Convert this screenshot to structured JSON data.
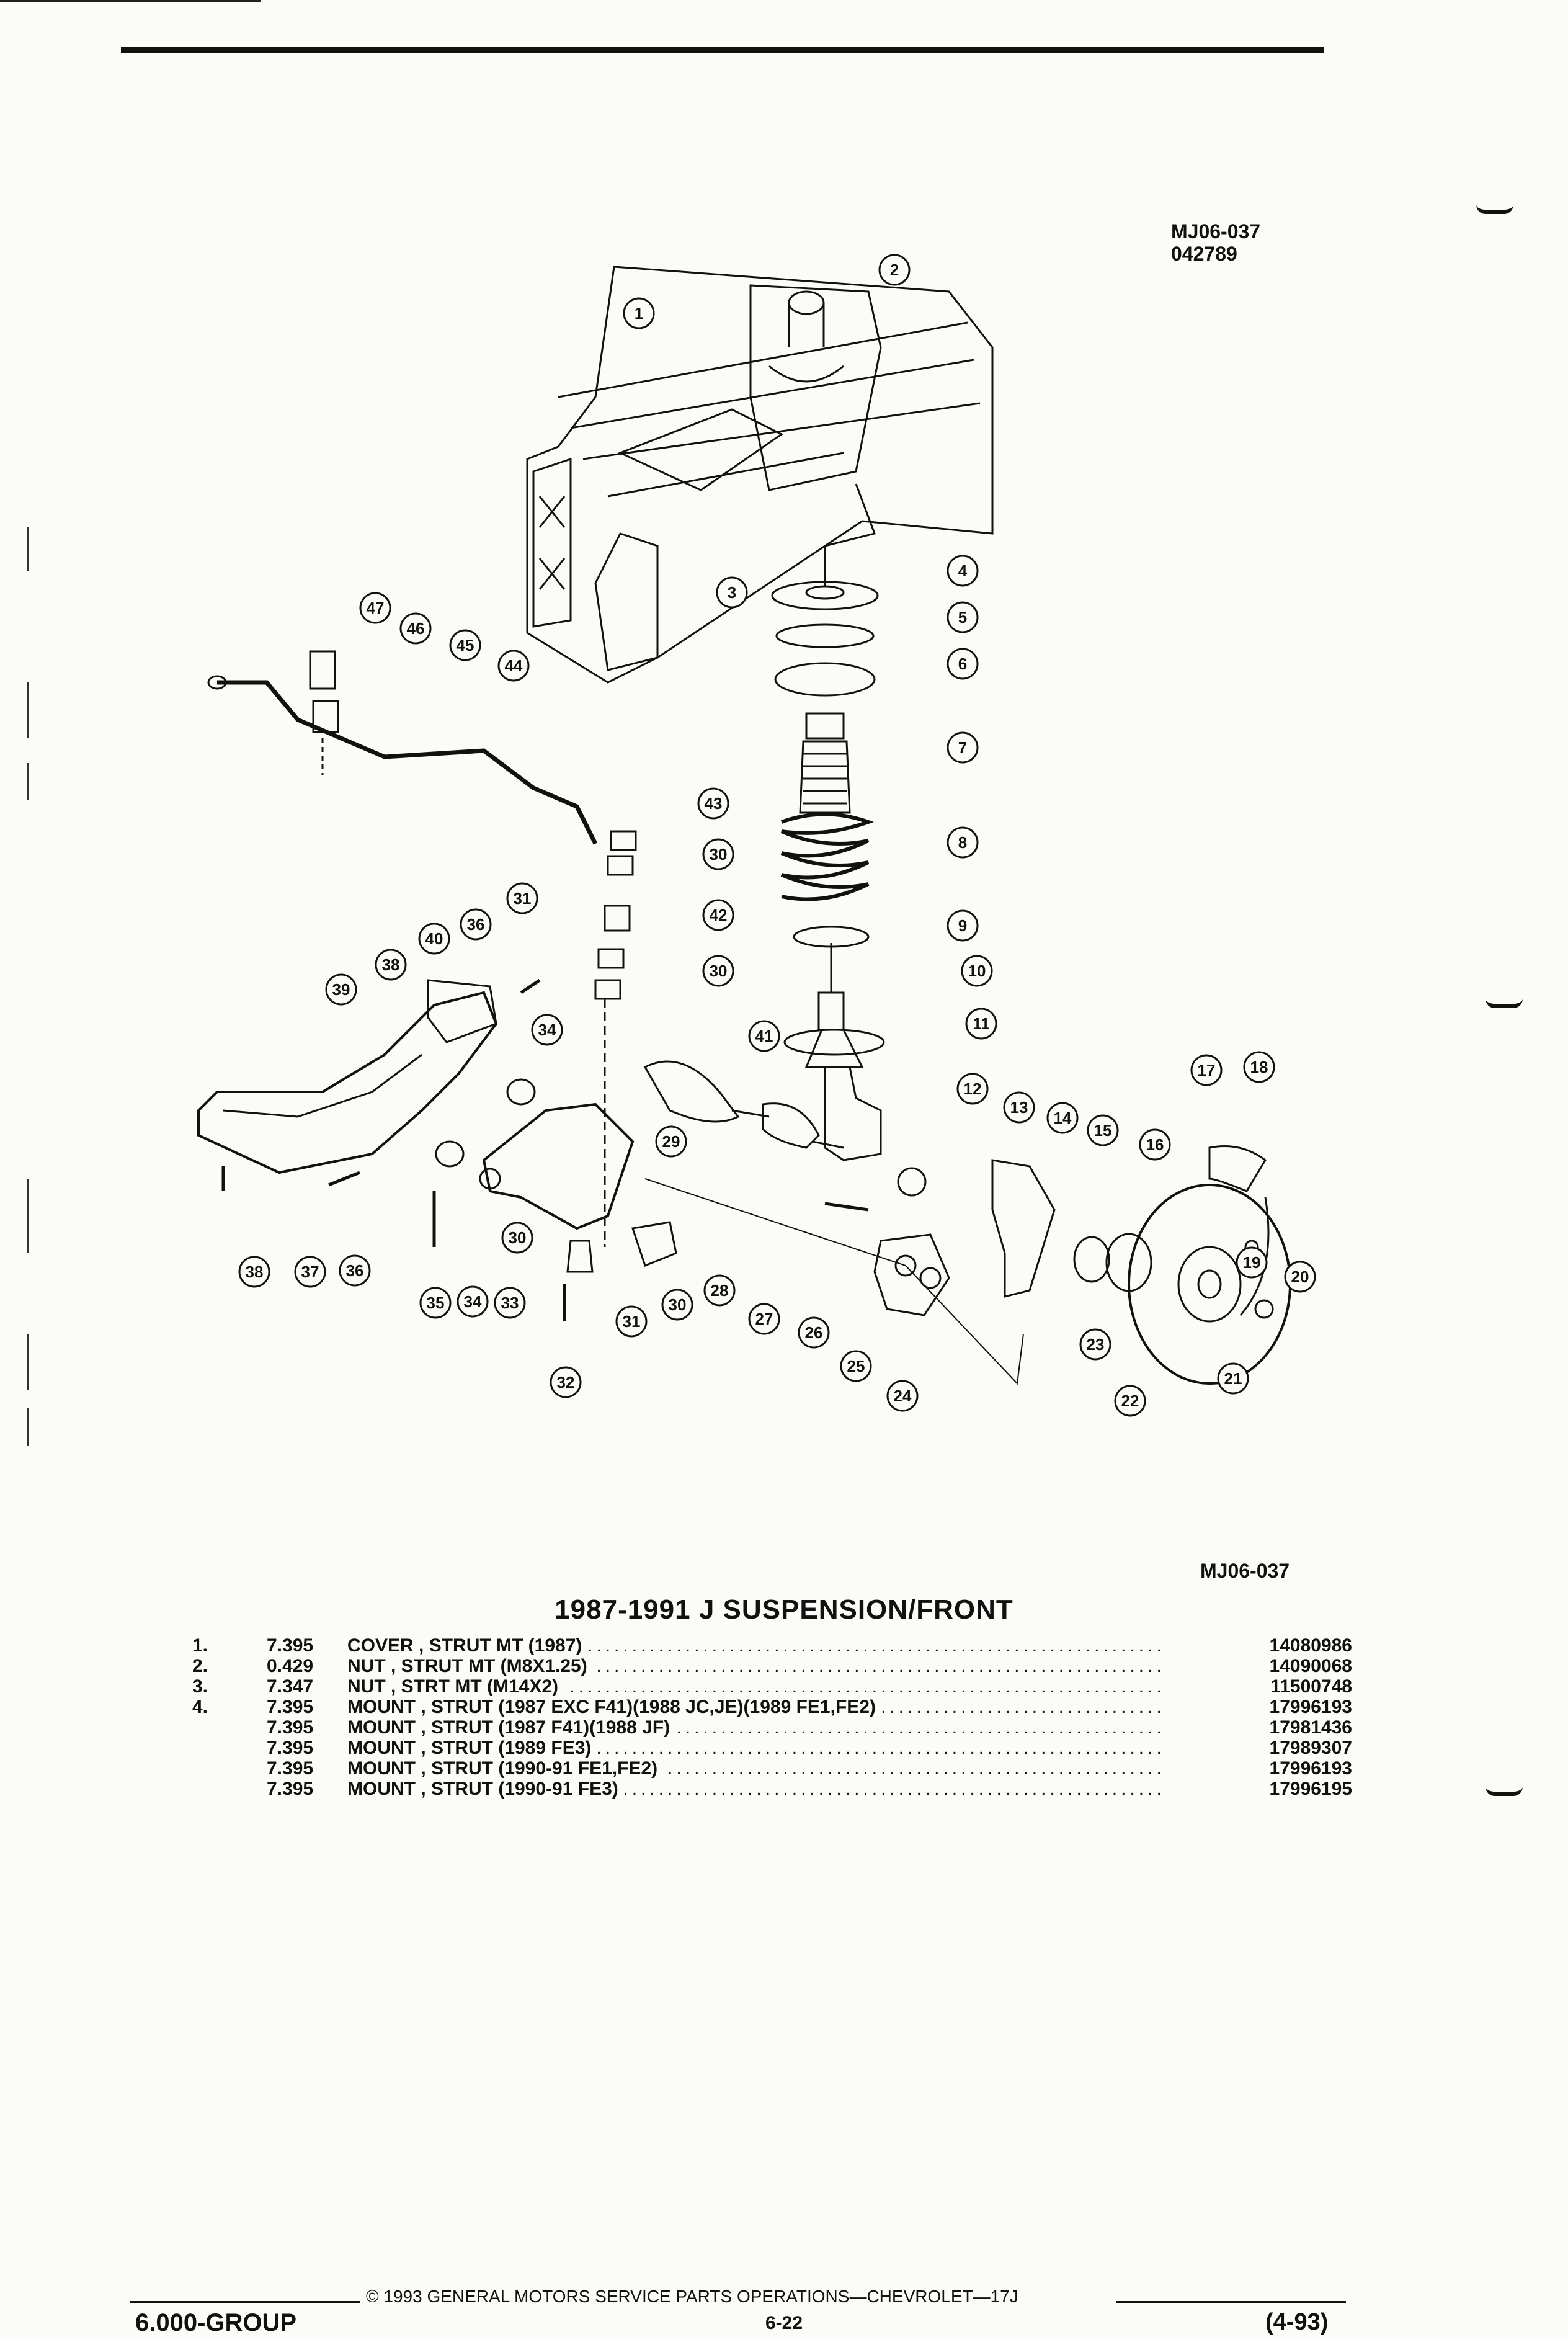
{
  "header": {
    "figure_code": "MJ06-037",
    "figure_date": "042789"
  },
  "diagram": {
    "callouts": [
      "1",
      "2",
      "3",
      "4",
      "5",
      "6",
      "7",
      "8",
      "9",
      "10",
      "11",
      "12",
      "13",
      "14",
      "15",
      "16",
      "17",
      "18",
      "19",
      "20",
      "21",
      "22",
      "23",
      "24",
      "25",
      "26",
      "27",
      "28",
      "29",
      "30",
      "30",
      "30",
      "30",
      "31",
      "31",
      "32",
      "33",
      "34",
      "34",
      "35",
      "36",
      "36",
      "37",
      "38",
      "38",
      "39",
      "40",
      "41",
      "42",
      "43",
      "44",
      "45",
      "46",
      "47"
    ],
    "footer_code": "MJ06-037"
  },
  "document": {
    "title": "1987-1991 J SUSPENSION/FRONT",
    "parts": [
      {
        "index": "1.",
        "qty": "7.395",
        "name": "COVER",
        "desc": "STRUT MT (1987)",
        "part_number": "14080986"
      },
      {
        "index": "2.",
        "qty": "0.429",
        "name": "NUT",
        "desc": "STRUT MT (M8X1.25)",
        "part_number": "14090068"
      },
      {
        "index": "3.",
        "qty": "7.347",
        "name": "NUT",
        "desc": "STRT MT (M14X2)",
        "part_number": "11500748"
      },
      {
        "index": "4.",
        "qty": "7.395",
        "name": "MOUNT",
        "desc": "STRUT (1987 EXC F41)(1988 JC,JE)(1989 FE1,FE2)",
        "part_number": "17996193"
      },
      {
        "index": "",
        "qty": "7.395",
        "name": "MOUNT",
        "desc": "STRUT (1987 F41)(1988 JF)",
        "part_number": "17981436"
      },
      {
        "index": "",
        "qty": "7.395",
        "name": "MOUNT",
        "desc": "STRUT (1989 FE3)",
        "part_number": "17989307"
      },
      {
        "index": "",
        "qty": "7.395",
        "name": "MOUNT",
        "desc": "STRUT (1990-91 FE1,FE2)",
        "part_number": "17996193"
      },
      {
        "index": "",
        "qty": "7.395",
        "name": "MOUNT",
        "desc": "STRUT (1990-91 FE3)",
        "part_number": "17996195"
      }
    ]
  },
  "footer": {
    "copyright": "© 1993 GENERAL MOTORS SERVICE PARTS OPERATIONS—CHEVROLET—17J",
    "group": "6.000-GROUP",
    "page": "6-22",
    "date": "(4-93)"
  }
}
